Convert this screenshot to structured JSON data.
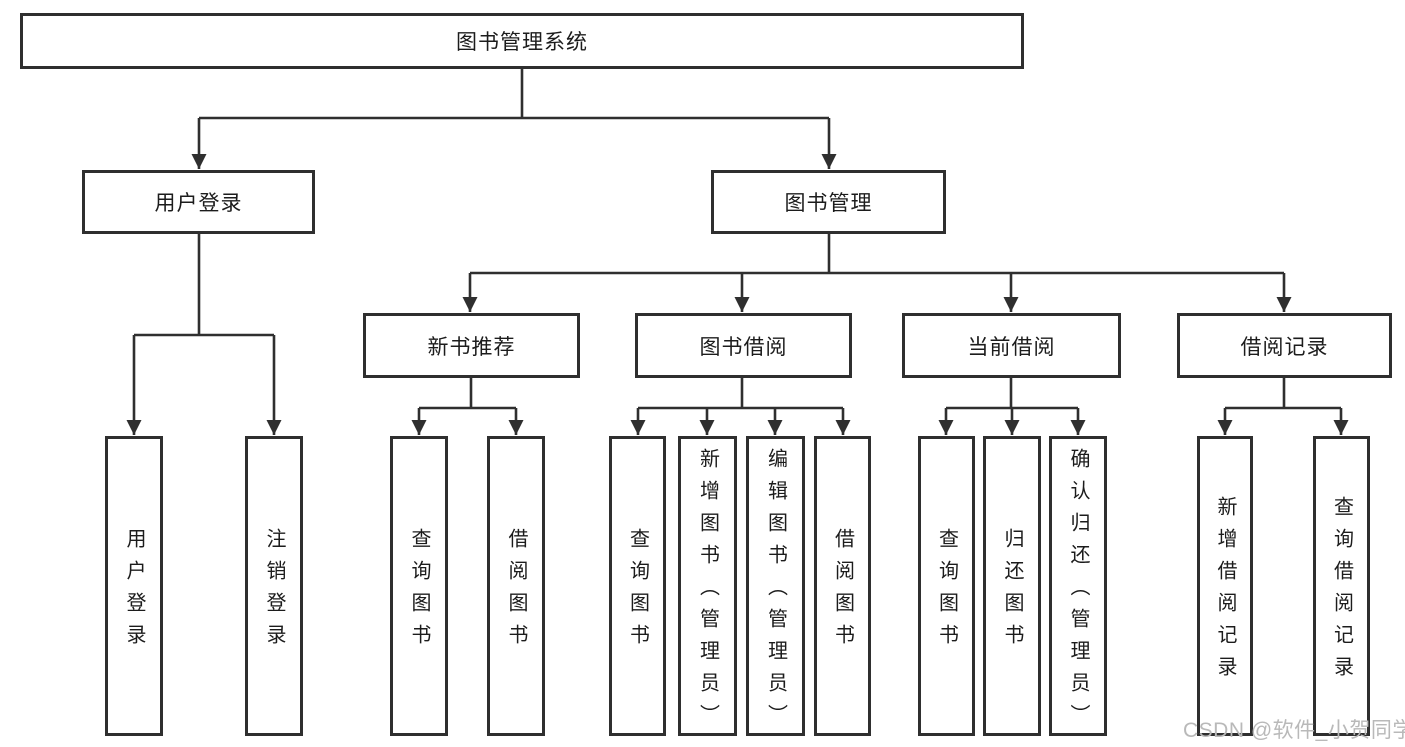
{
  "diagram": {
    "type": "hierarchy-tree",
    "title": "图书管理系统",
    "line_color": "#2f2f2f",
    "box_background": "#ffffff",
    "text_color": "#1c1c1c",
    "root": {
      "label": "图书管理系统"
    },
    "level2": [
      {
        "id": "user-login",
        "label": "用户登录"
      },
      {
        "id": "book-management",
        "label": "图书管理"
      }
    ],
    "level3": [
      {
        "id": "new-book-recommend",
        "label": "新书推荐",
        "parent": "book-management"
      },
      {
        "id": "book-borrow",
        "label": "图书借阅",
        "parent": "book-management"
      },
      {
        "id": "current-borrow",
        "label": "当前借阅",
        "parent": "book-management"
      },
      {
        "id": "borrow-record",
        "label": "借阅记录",
        "parent": "book-management"
      }
    ],
    "leaves": {
      "userLogin": [
        "用户登录",
        "注销登录"
      ],
      "newBookRecommend": [
        "查询图书",
        "借阅图书"
      ],
      "bookBorrow": [
        "查询图书",
        "新增图书（管理员）",
        "编辑图书（管理员）",
        "借阅图书"
      ],
      "currentBorrow": [
        "查询图书",
        "归还图书",
        "确认归还（管理员）"
      ],
      "borrowRecord": [
        "新增借阅记录",
        "查询借阅记录"
      ]
    }
  },
  "watermark": {
    "text": "CSDN @软件_小贺同学",
    "color": "#b9b9b9"
  }
}
